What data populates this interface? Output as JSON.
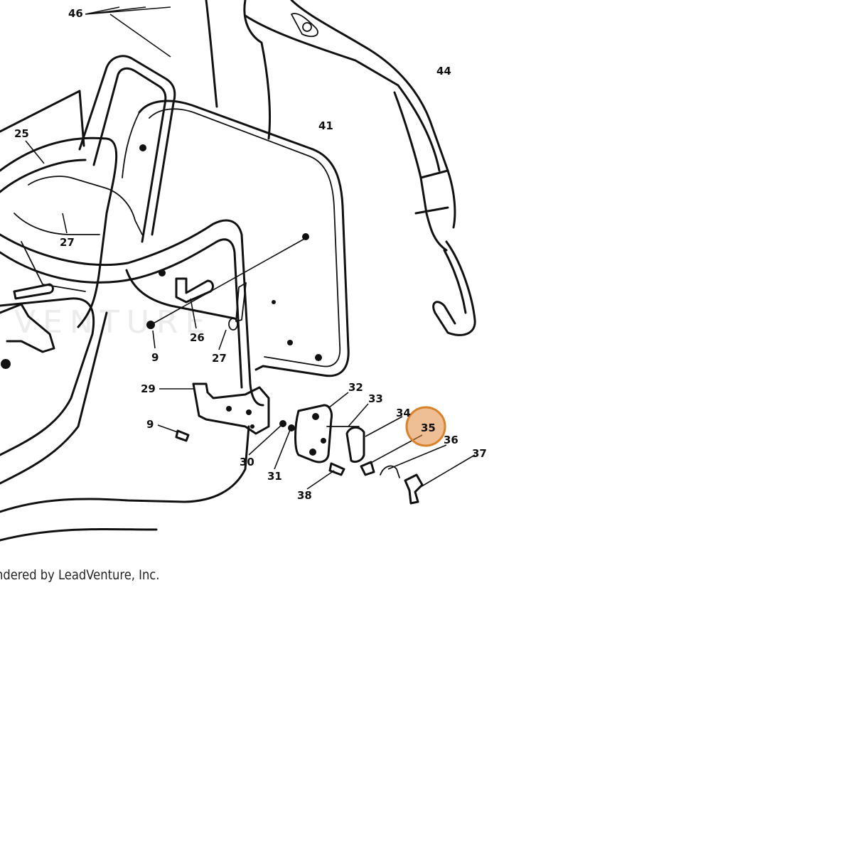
{
  "credit": "ndered by LeadVenture, Inc.",
  "watermark": "VENTURE",
  "highlight_color": "#e08a3c",
  "parts": [
    {
      "id": "46",
      "label": "46"
    },
    {
      "id": "25",
      "label": "25"
    },
    {
      "id": "27a",
      "label": "27"
    },
    {
      "id": "44",
      "label": "44"
    },
    {
      "id": "41",
      "label": "41"
    },
    {
      "id": "26",
      "label": "26"
    },
    {
      "id": "27b",
      "label": "27"
    },
    {
      "id": "9a",
      "label": "9"
    },
    {
      "id": "29",
      "label": "29"
    },
    {
      "id": "9b",
      "label": "9"
    },
    {
      "id": "32",
      "label": "32"
    },
    {
      "id": "33",
      "label": "33"
    },
    {
      "id": "34",
      "label": "34"
    },
    {
      "id": "35",
      "label": "35",
      "highlighted": true
    },
    {
      "id": "36",
      "label": "36"
    },
    {
      "id": "37",
      "label": "37"
    },
    {
      "id": "30",
      "label": "30"
    },
    {
      "id": "31",
      "label": "31"
    },
    {
      "id": "38",
      "label": "38"
    }
  ]
}
